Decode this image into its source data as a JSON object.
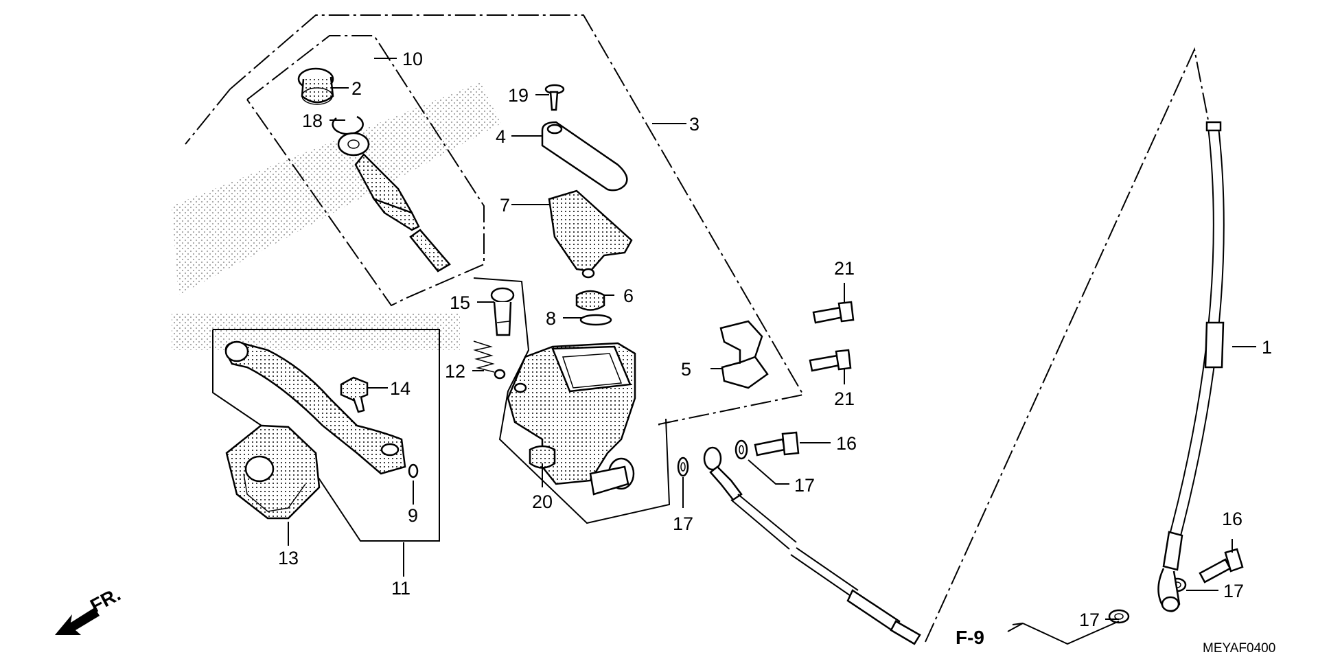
{
  "diagram_code": "MEYAF0400",
  "reference": "F-9",
  "direction": "FR.",
  "callouts": {
    "c1": "1",
    "c2": "2",
    "c3": "3",
    "c4": "4",
    "c5": "5",
    "c6": "6",
    "c7": "7",
    "c8": "8",
    "c9": "9",
    "c10": "10",
    "c11": "11",
    "c12": "12",
    "c13": "13",
    "c14": "14",
    "c15": "15",
    "c16a": "16",
    "c16b": "16",
    "c17a": "17",
    "c17b": "17",
    "c17c": "17",
    "c17d": "17",
    "c18": "18",
    "c19": "19",
    "c20": "20",
    "c21a": "21",
    "c21b": "21"
  }
}
